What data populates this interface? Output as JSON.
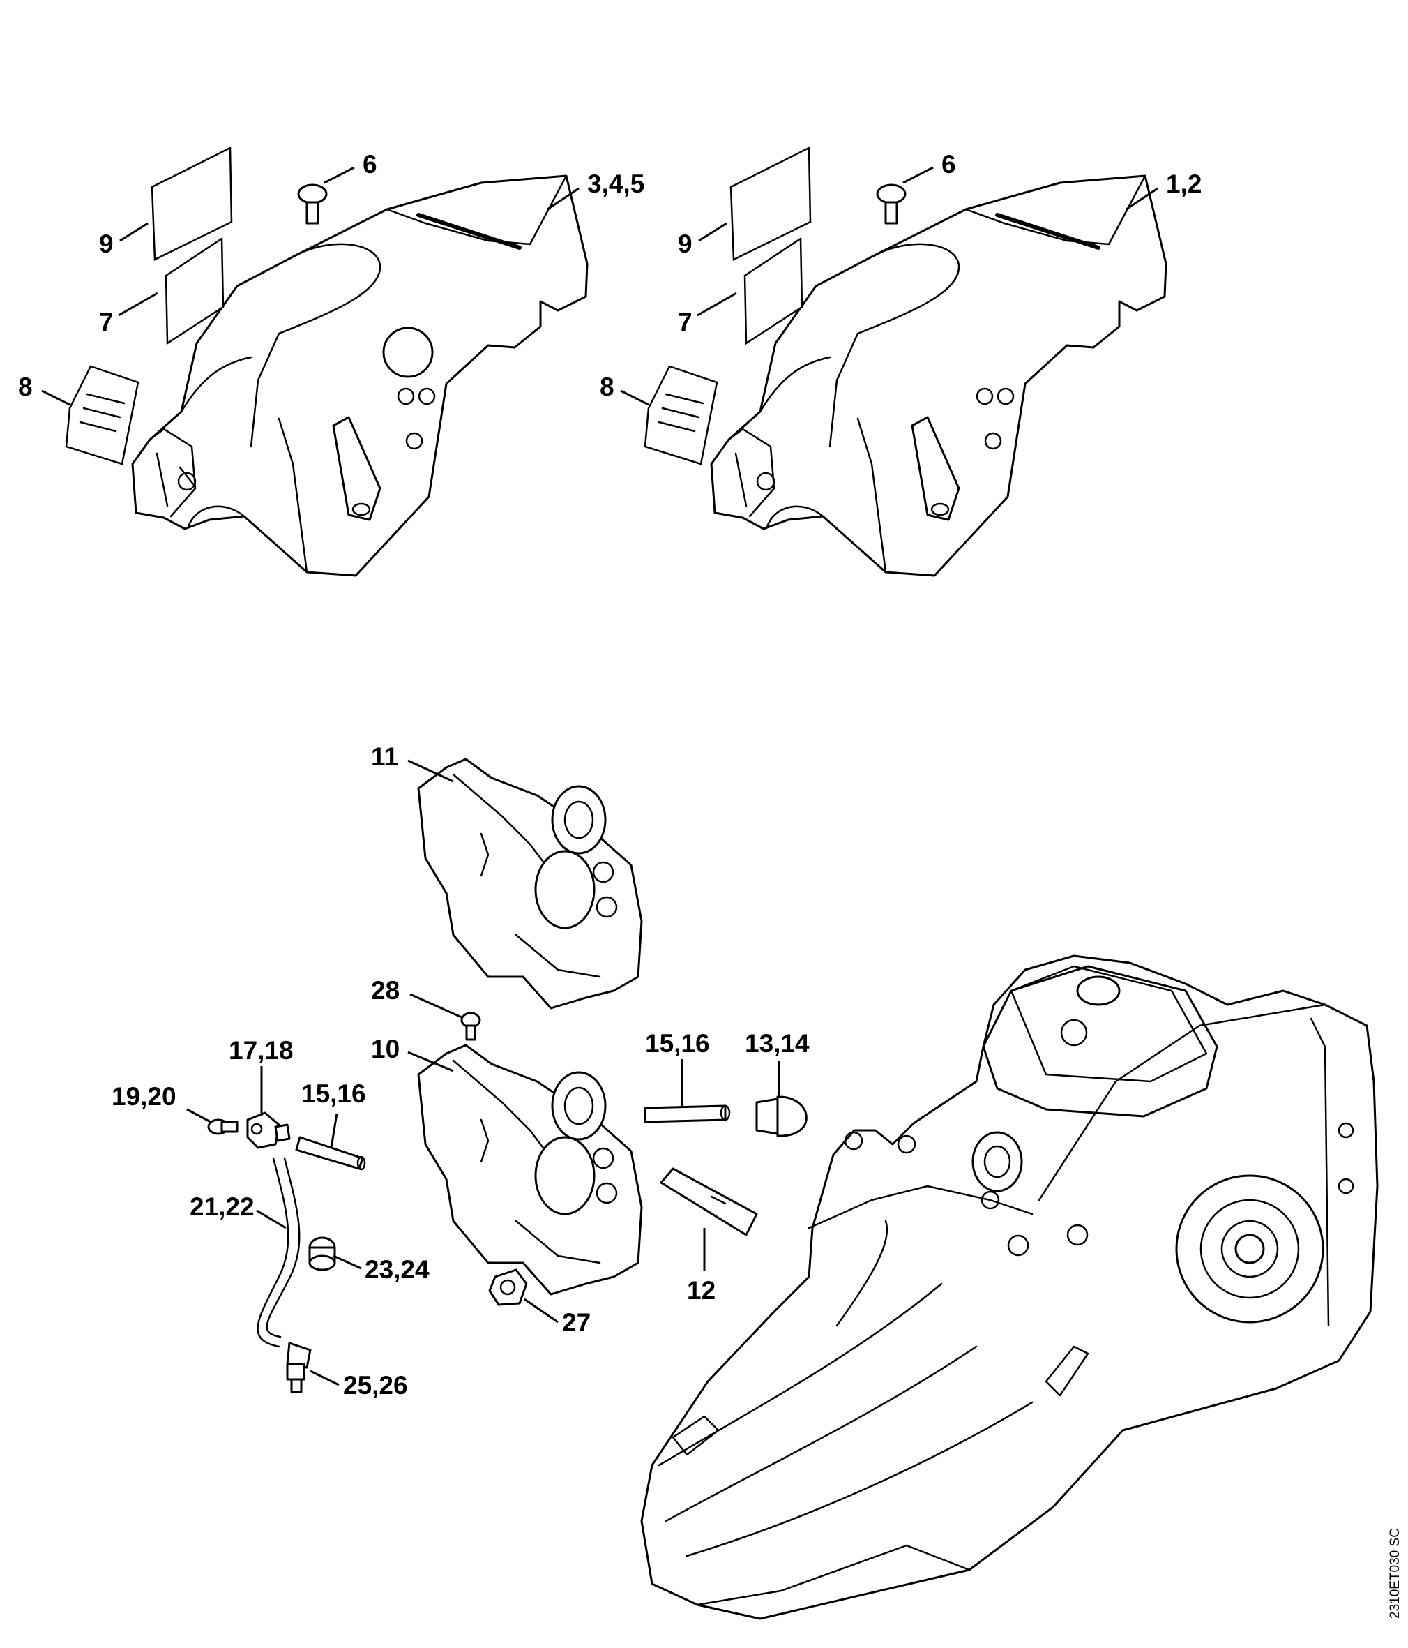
{
  "callouts": {
    "c1": "6",
    "c2": "3,4,5",
    "c3": "9",
    "c4": "7",
    "c5": "8",
    "c6": "6",
    "c7": "1,2",
    "c8": "9",
    "c9": "7",
    "c10": "8",
    "c11": "11",
    "c12": "28",
    "c13": "10",
    "c14": "17,18",
    "c15": "19,20",
    "c16": "15,16",
    "c17": "21,22",
    "c18": "23,24",
    "c19": "25,26",
    "c20": "27",
    "c21": "15,16",
    "c22": "13,14",
    "c23": "12"
  },
  "drawing_code": "2310ET030 SC"
}
